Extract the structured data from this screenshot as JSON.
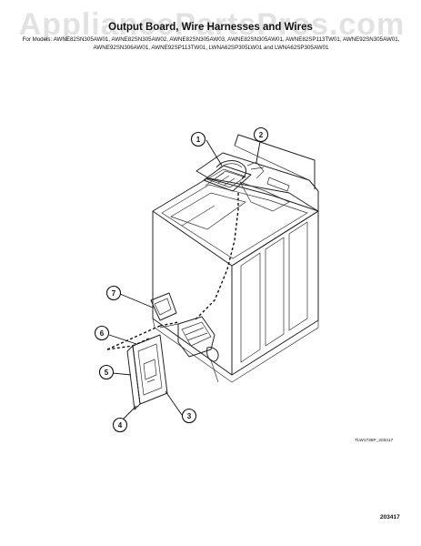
{
  "header": {
    "watermark": "AppliancePartsPros.com",
    "title": "Output Board, Wire Harnesses and Wires",
    "models_line_1": "For Models: AWNE82SN305AW01, AWNE82SN305AW02, AWNE82SN305AW03, AWNE82SN305AW01, AWNE82SP113TW01, AWNE92SN305AW01,",
    "models_line_2": "AWNE92SN306AW01, AWNE92SP113TW01, LWNA62SP305LW01 and LWNA62SP305AW01"
  },
  "diagram": {
    "figure_code": "TLW1736P_203417",
    "callouts": [
      "1",
      "2",
      "3",
      "4",
      "5",
      "6",
      "7"
    ]
  },
  "footer": {
    "page_number": "203417"
  }
}
